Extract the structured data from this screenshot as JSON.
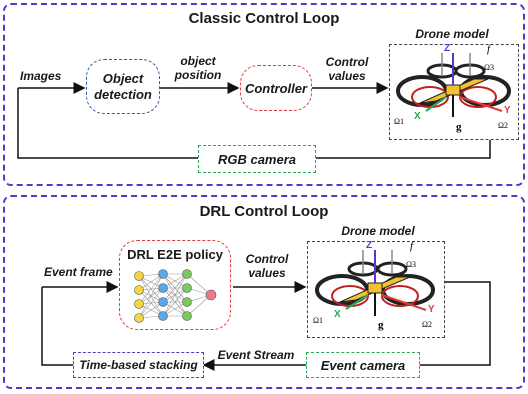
{
  "classic": {
    "title": "Classic Control Loop",
    "images_label": "Images",
    "object_detection": "Object detection",
    "object_position": "object position",
    "controller": "Controller",
    "control_values": "Control values",
    "drone_model": "Drone model",
    "rgb_camera": "RGB camera"
  },
  "drl": {
    "title": "DRL Control Loop",
    "policy": "DRL E2E policy",
    "event_frame": "Event frame",
    "control_values": "Control values",
    "drone_model": "Drone model",
    "time_based_stacking": "Time-based stacking",
    "event_stream": "Event Stream",
    "event_camera": "Event camera"
  },
  "drone_axes": {
    "x": "X",
    "y": "Y",
    "z": "Z",
    "f": "f",
    "g": "g",
    "omega1": "Ω1",
    "omega2": "Ω2",
    "omega3": "Ω3"
  },
  "colors": {
    "panel_border": "#5b35c8",
    "detection_border": "#2a5db0",
    "controller_border": "#e03b3b",
    "policy_border": "#e03b3b",
    "camera_border": "#2aa55a",
    "stacking_border": "#5b35c8",
    "drone_arm": "#f2c230"
  }
}
